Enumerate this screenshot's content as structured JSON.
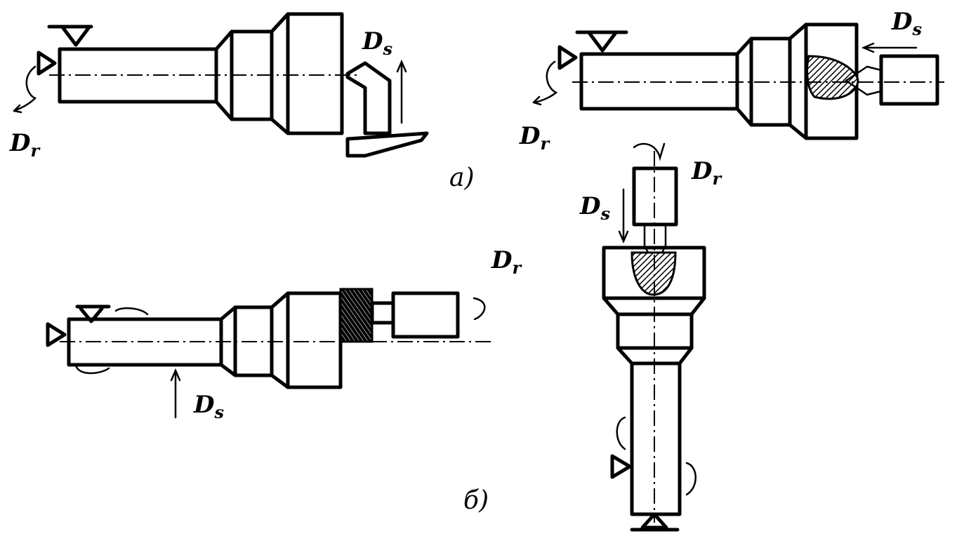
{
  "labels": {
    "ds_a_left": {
      "main": "D",
      "sub": "s"
    },
    "dr_a_left": {
      "main": "D",
      "sub": "r"
    },
    "ds_a_right": {
      "main": "D",
      "sub": "s"
    },
    "dr_a_right": {
      "main": "D",
      "sub": "r"
    },
    "dr_b_left": {
      "main": "D",
      "sub": "r"
    },
    "ds_b_left": {
      "main": "D",
      "sub": "s"
    },
    "dr_b_right": {
      "main": "D",
      "sub": "r"
    },
    "ds_b_right": {
      "main": "D",
      "sub": "s"
    }
  },
  "captions": {
    "a": "а)",
    "b": "б)"
  },
  "colors": {
    "ink": "#000000",
    "paper": "#ffffff"
  }
}
